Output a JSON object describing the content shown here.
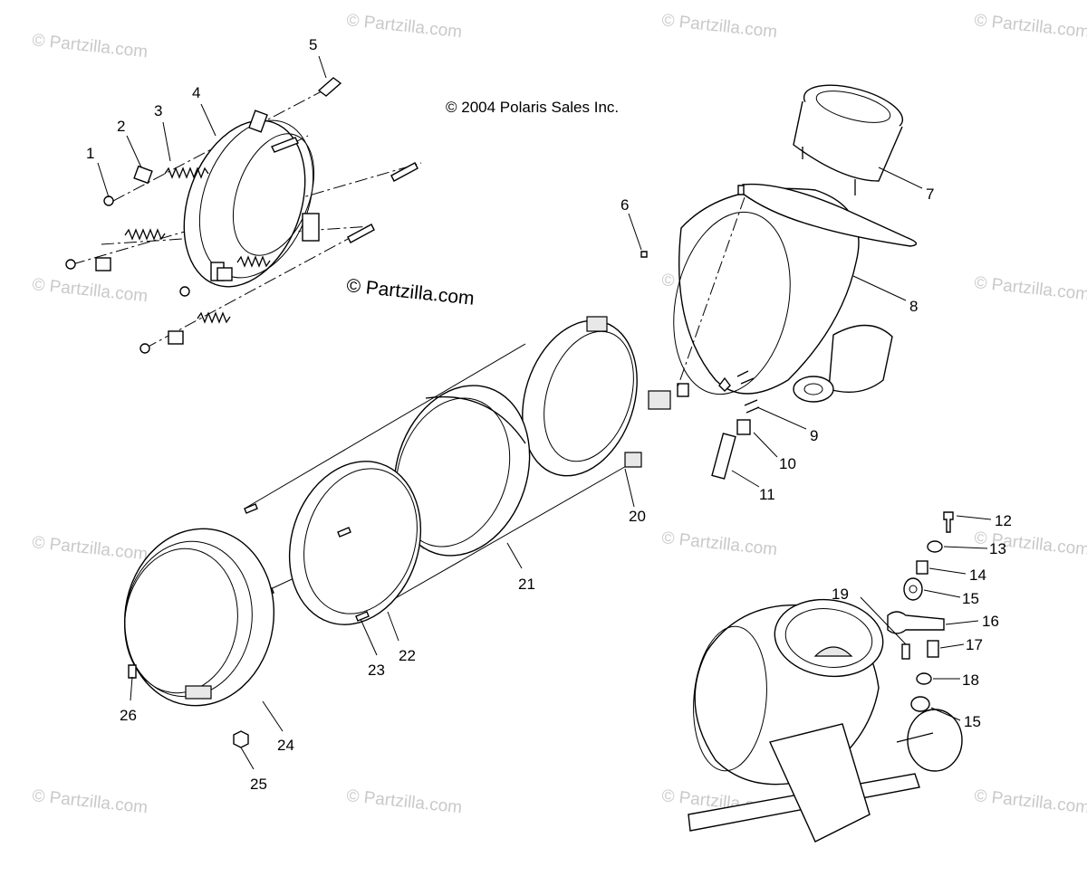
{
  "diagram": {
    "copyright": "© 2004 Polaris Sales Inc.",
    "site_text": "© Partzilla.com",
    "watermark_text": "© Partzilla.com",
    "callouts": [
      {
        "id": "c1",
        "label": "1"
      },
      {
        "id": "c2",
        "label": "2"
      },
      {
        "id": "c3",
        "label": "3"
      },
      {
        "id": "c4",
        "label": "4"
      },
      {
        "id": "c5",
        "label": "5"
      },
      {
        "id": "c6",
        "label": "6"
      },
      {
        "id": "c7",
        "label": "7"
      },
      {
        "id": "c8",
        "label": "8"
      },
      {
        "id": "c9",
        "label": "9"
      },
      {
        "id": "c10",
        "label": "10"
      },
      {
        "id": "c11",
        "label": "11"
      },
      {
        "id": "c12",
        "label": "12"
      },
      {
        "id": "c13",
        "label": "13"
      },
      {
        "id": "c14",
        "label": "14"
      },
      {
        "id": "c15a",
        "label": "15"
      },
      {
        "id": "c15b",
        "label": "15"
      },
      {
        "id": "c16",
        "label": "16"
      },
      {
        "id": "c17",
        "label": "17"
      },
      {
        "id": "c18",
        "label": "18"
      },
      {
        "id": "c19",
        "label": "19"
      },
      {
        "id": "c20",
        "label": "20"
      },
      {
        "id": "c21",
        "label": "21"
      },
      {
        "id": "c22",
        "label": "22"
      },
      {
        "id": "c23",
        "label": "23"
      },
      {
        "id": "c24",
        "label": "24"
      },
      {
        "id": "c25",
        "label": "25"
      },
      {
        "id": "c26",
        "label": "26"
      }
    ]
  }
}
